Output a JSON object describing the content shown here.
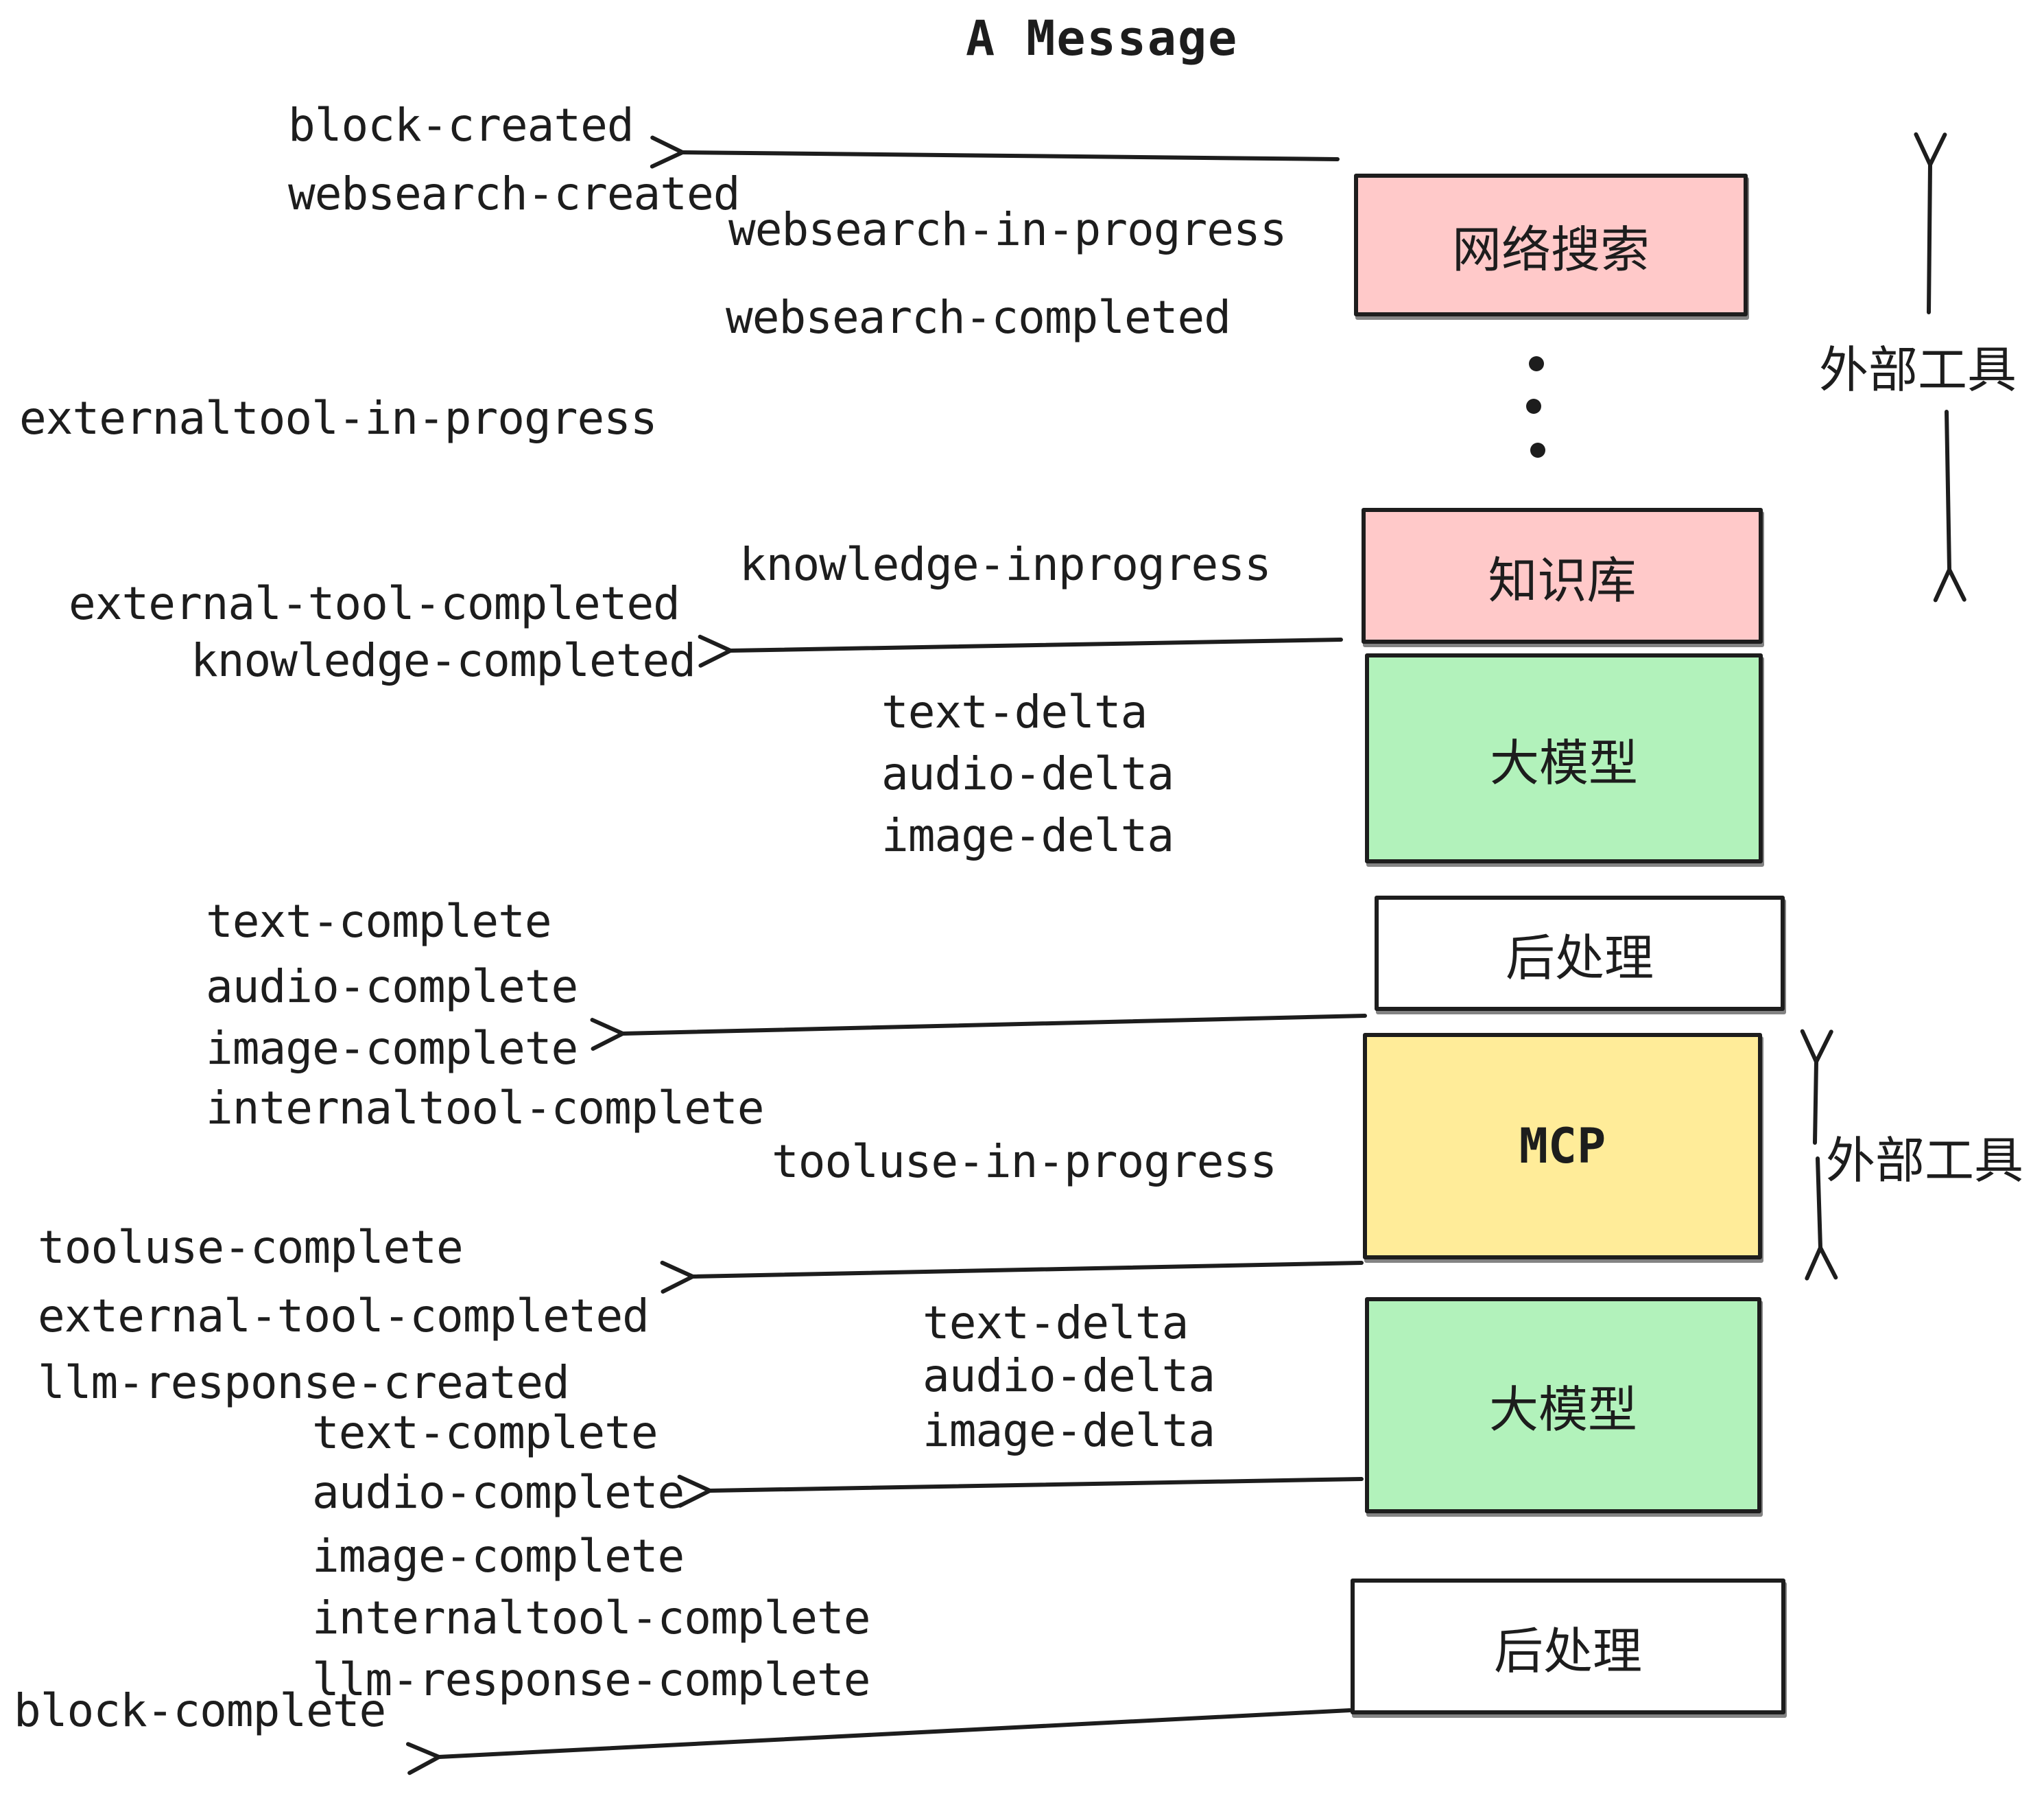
{
  "title": "A Message",
  "colors": {
    "ink": "#1d1d1d",
    "pink": "#ffc9c9",
    "green": "#b2f2bb",
    "yellow": "#ffec99",
    "white": "#ffffff",
    "bg": "#ffffff"
  },
  "boxes": {
    "websearch": "网络搜索",
    "knowledge": "知识库",
    "llm1": "大模型",
    "post1": "后处理",
    "mcp": "MCP",
    "llm2": "大模型",
    "post2": "后处理"
  },
  "annotations": {
    "external_tools_top": "外部工具",
    "external_tools_mcp": "外部工具"
  },
  "events": {
    "block_created": "block-created",
    "websearch_created": "websearch-created",
    "websearch_in_progress": "websearch-in-progress",
    "websearch_completed": "websearch-completed",
    "externaltool_in_progress": "externaltool-in-progress",
    "knowledge_inprogress": "knowledge-inprogress",
    "external_tool_completed_1": "external-tool-completed",
    "knowledge_completed": "knowledge-completed",
    "text_delta_1": "text-delta",
    "audio_delta_1": "audio-delta",
    "image_delta_1": "image-delta",
    "text_complete_1": "text-complete",
    "audio_complete_1": "audio-complete",
    "image_complete_1": "image-complete",
    "internaltool_complete_1": "internaltool-complete",
    "tooluse_in_progress": "tooluse-in-progress",
    "tooluse_complete": "tooluse-complete",
    "external_tool_completed_2": "external-tool-completed",
    "llm_response_created": "llm-response-created",
    "text_delta_2": "text-delta",
    "audio_delta_2": "audio-delta",
    "image_delta_2": "image-delta",
    "text_complete_2": "text-complete",
    "audio_complete_2": "audio-complete",
    "image_complete_2": "image-complete",
    "internaltool_complete_2": "internaltool-complete",
    "llm_response_complete": "llm-response-complete",
    "block_complete": "block-complete"
  }
}
